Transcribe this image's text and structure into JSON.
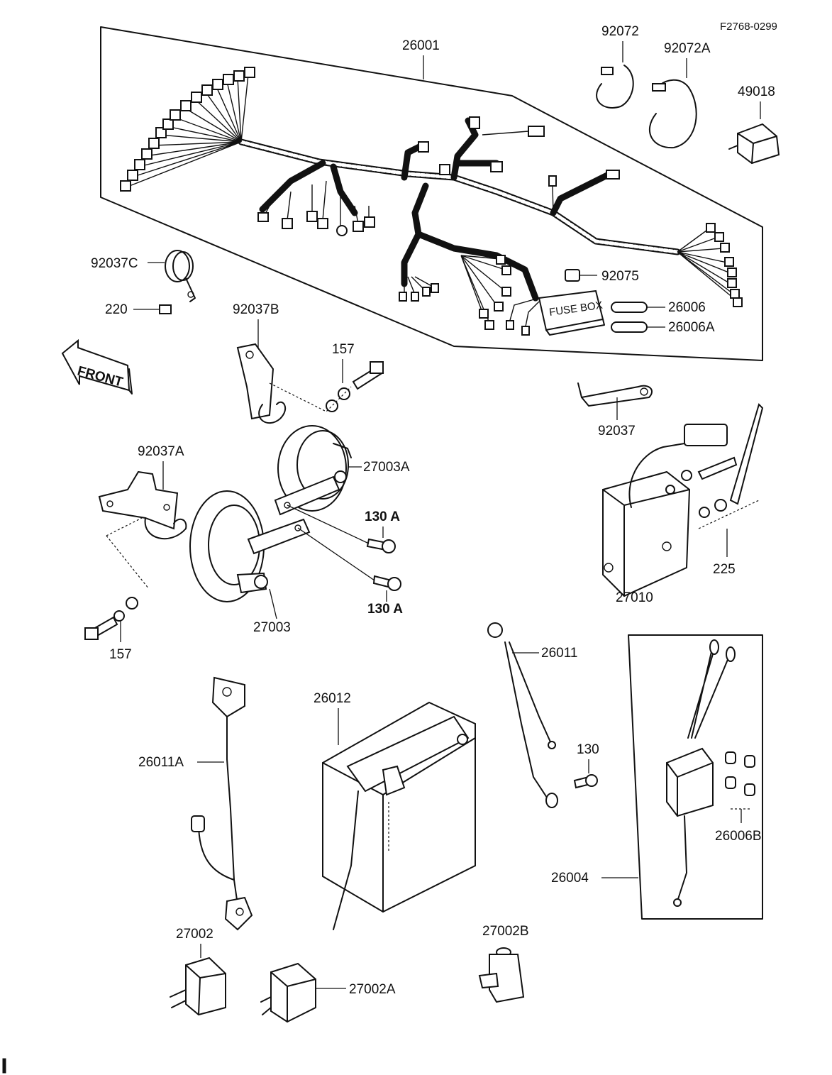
{
  "drawing_code": "F2768-0299",
  "front_label": "FRONT",
  "fuse_box_text": "FUSE BOX",
  "callouts": {
    "harness": "26001",
    "clamp_92072": "92072",
    "clamp_92072a": "92072A",
    "relay_49018": "49018",
    "bracket_92037c": "92037C",
    "bolt_220": "220",
    "bracket_92037b": "92037B",
    "washer_157_top": "157",
    "cap_92075": "92075",
    "fuse_26006": "26006",
    "fuse_26006a": "26006A",
    "horn_27003a": "27003A",
    "bracket_92037a": "92037A",
    "bolt_130a_top": "130 A",
    "bolt_130a_bottom": "130 A",
    "horn_27003": "27003",
    "washer_157_bottom": "157",
    "bracket_92037": "92037",
    "washer_225": "225",
    "regulator_27010": "27010",
    "lead_26011": "26011",
    "lead_26011a": "26011A",
    "battery_26012": "26012",
    "bolt_130": "130",
    "fuse_26006b": "26006B",
    "fuse_holder_26004": "26004",
    "flasher_27002": "27002",
    "flasher_27002a": "27002A",
    "relay_27002b": "27002B"
  },
  "colors": {
    "ink": "#111111",
    "paper": "#ffffff"
  }
}
